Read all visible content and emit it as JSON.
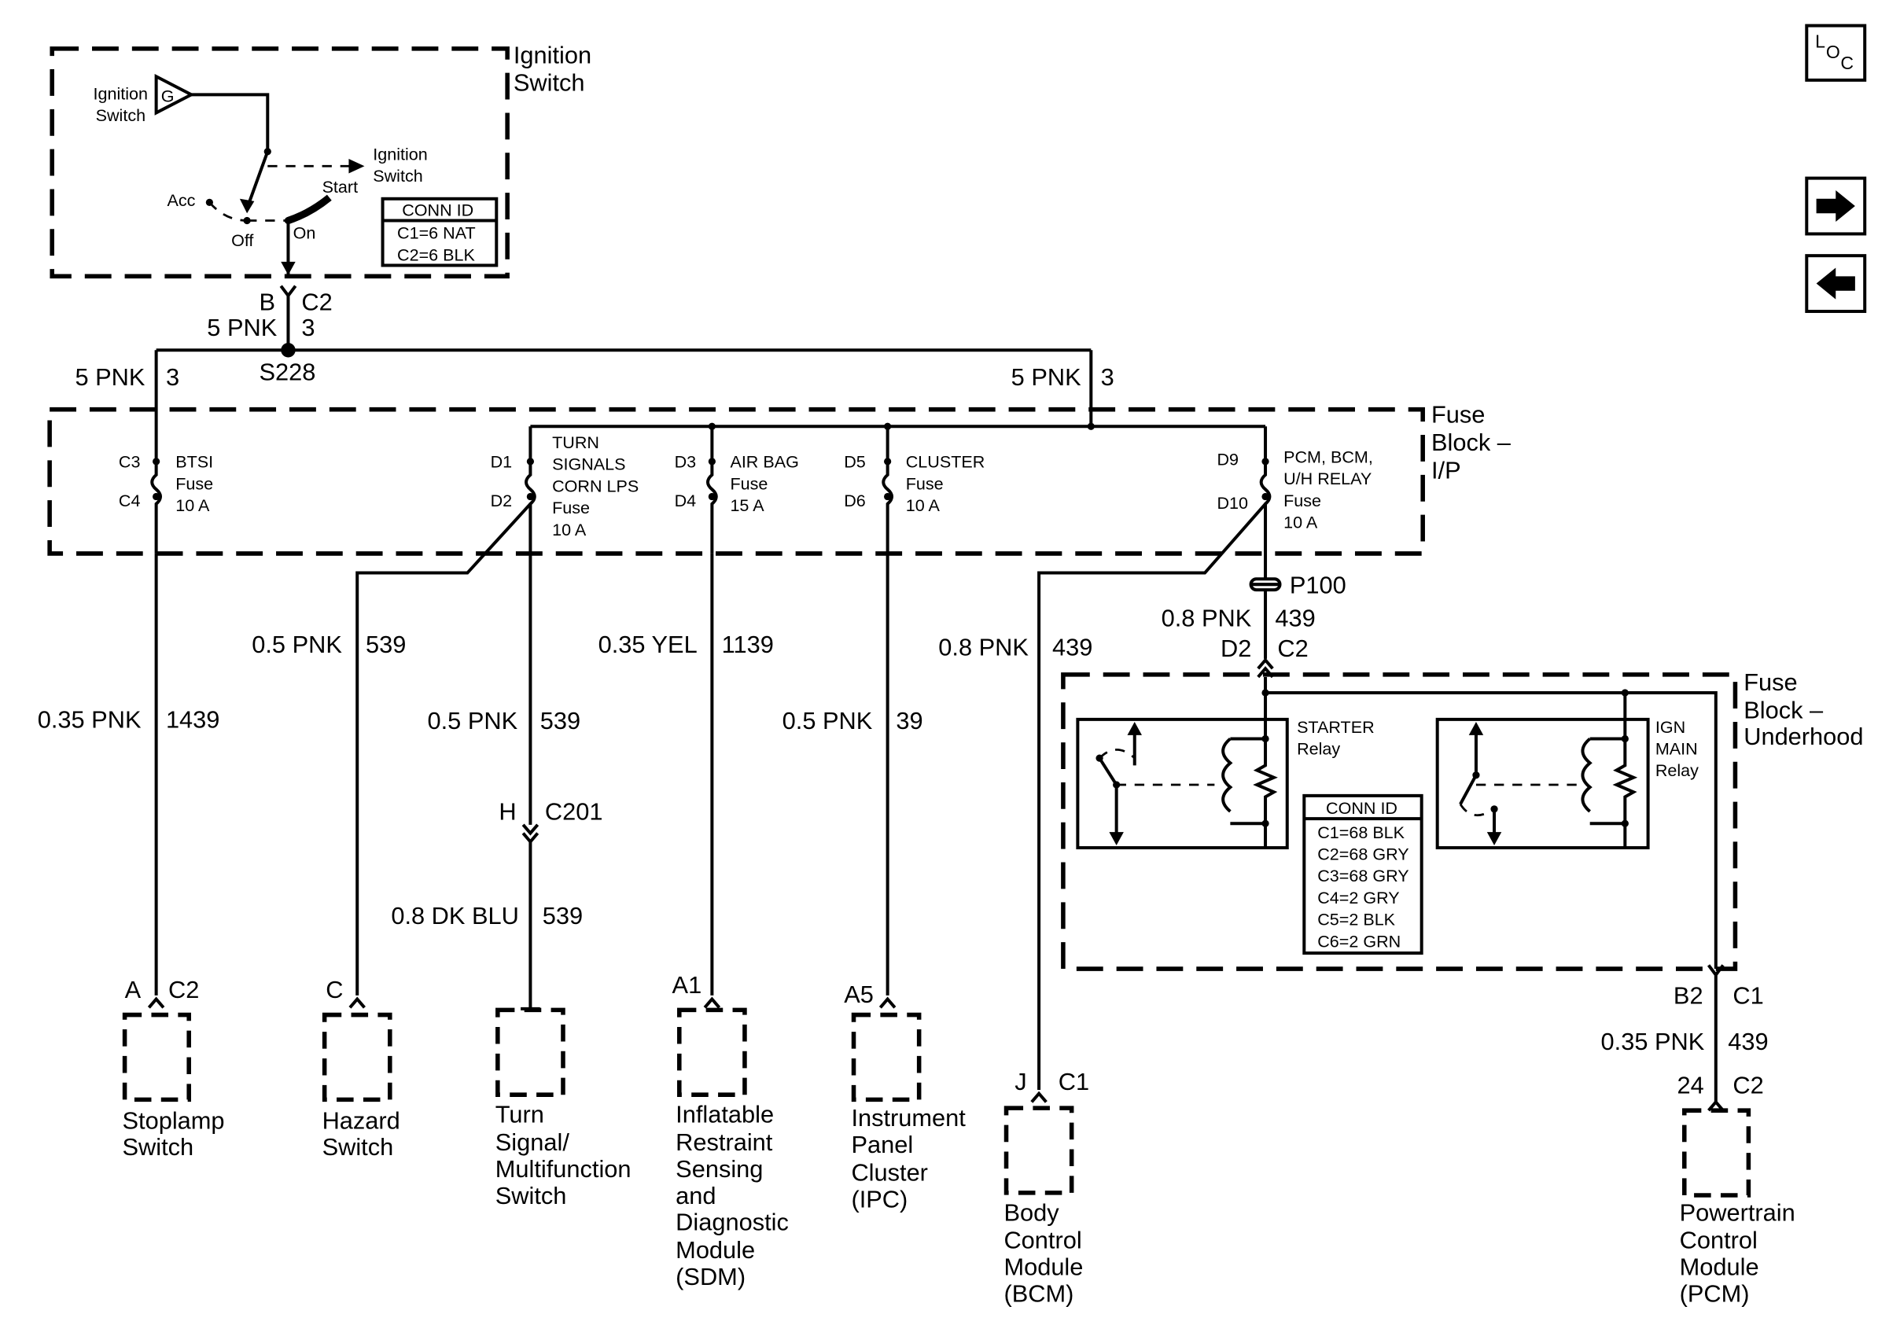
{
  "ignition_switch": {
    "label_line1": "Ignition",
    "label_line2": "Switch",
    "source_line1": "Ignition",
    "source_line2": "Switch",
    "source_symbol": "G",
    "arrow_line1": "Ignition",
    "arrow_line2": "Switch",
    "pos_acc": "Acc",
    "pos_off": "Off",
    "pos_on": "On",
    "pos_start": "Start",
    "conn_title": "CONN ID",
    "conn_c1": "C1=6 NAT",
    "conn_c2": "C2=6 BLK"
  },
  "feed": {
    "pin": "B",
    "conn": "C2",
    "wire_size_color": "5 PNK",
    "circuit": "3",
    "splice": "S228",
    "left_wire": "5 PNK",
    "left_circuit": "3",
    "right_wire": "5 PNK",
    "right_circuit": "3"
  },
  "fuse_block_ip": {
    "label_line1": "Fuse",
    "label_line2": "Block –",
    "label_line3": "I/P",
    "fuses": [
      {
        "in": "C3",
        "out": "C4",
        "name_lines": [
          "BTSI",
          "Fuse",
          "10 A"
        ]
      },
      {
        "in": "D1",
        "out": "D2",
        "name_lines": [
          "TURN",
          "SIGNALS",
          "CORN LPS",
          "Fuse",
          "10 A"
        ]
      },
      {
        "in": "D3",
        "out": "D4",
        "name_lines": [
          "AIR BAG",
          "Fuse",
          "15 A"
        ]
      },
      {
        "in": "D5",
        "out": "D6",
        "name_lines": [
          "CLUSTER",
          "Fuse",
          "10 A"
        ]
      },
      {
        "in": "D9",
        "out": "D10",
        "name_lines": [
          "PCM, BCM,",
          "U/H RELAY",
          "Fuse",
          "10 A"
        ]
      }
    ]
  },
  "wires": {
    "stoplamp": {
      "wire": "0.35 PNK",
      "circuit": "1439"
    },
    "hazard": {
      "wire": "0.5 PNK",
      "circuit": "539"
    },
    "turn_upper": {
      "wire": "0.5 PNK",
      "circuit": "539"
    },
    "turn_lower": {
      "wire": "0.8 DK BLU",
      "circuit": "539"
    },
    "sdm": {
      "wire": "0.35 YEL",
      "circuit": "1139"
    },
    "ipc": {
      "wire": "0.5 PNK",
      "circuit": "39"
    },
    "bcm": {
      "wire": "0.8 PNK",
      "circuit": "439"
    },
    "p100": {
      "wire": "0.8 PNK",
      "circuit": "439"
    },
    "pcm": {
      "wire": "0.35 PNK",
      "circuit": "439"
    }
  },
  "connectors": {
    "c201_pin": "H",
    "c201": "C201",
    "p100": "P100",
    "underhood_in_pin": "D2",
    "underhood_in_conn": "C2",
    "underhood_out_pin": "B2",
    "underhood_out_conn": "C1"
  },
  "fuse_block_underhood": {
    "label_line1": "Fuse",
    "label_line2": "Block –",
    "label_line3": "Underhood",
    "starter_relay_line1": "STARTER",
    "starter_relay_line2": "Relay",
    "ign_relay_line1": "IGN",
    "ign_relay_line2": "MAIN",
    "ign_relay_line3": "Relay",
    "conn_title": "CONN ID",
    "conn_ids": [
      "C1=68 BLK",
      "C2=68 GRY",
      "C3=68 GRY",
      "C4=2 GRY",
      "C5=2 BLK",
      "C6=2 GRN"
    ]
  },
  "components": [
    {
      "pin": "A",
      "conn": "C2",
      "name_lines": [
        "Stoplamp",
        "Switch"
      ]
    },
    {
      "pin": "C",
      "conn": "",
      "name_lines": [
        "Hazard",
        "Switch"
      ]
    },
    {
      "pin": "",
      "conn": "",
      "name_lines": [
        "Turn",
        "Signal/",
        "Multifunction",
        "Switch"
      ]
    },
    {
      "pin": "A1",
      "conn": "",
      "name_lines": [
        "Inflatable",
        "Restraint",
        "Sensing",
        "and",
        "Diagnostic",
        "Module",
        "(SDM)"
      ]
    },
    {
      "pin": "A5",
      "conn": "",
      "name_lines": [
        "Instrument",
        "Panel",
        "Cluster",
        "(IPC)"
      ]
    },
    {
      "pin": "J",
      "conn": "C1",
      "name_lines": [
        "Body",
        "Control",
        "Module",
        "(BCM)"
      ]
    },
    {
      "pin": "24",
      "conn": "C2",
      "name_lines": [
        "Powertrain",
        "Control",
        "Module",
        "(PCM)"
      ]
    }
  ],
  "nav": {
    "loc_main": "L",
    "loc_sub1": "O",
    "loc_sub2": "C",
    "next_icon": "arrow-right-icon",
    "prev_icon": "arrow-left-icon"
  }
}
